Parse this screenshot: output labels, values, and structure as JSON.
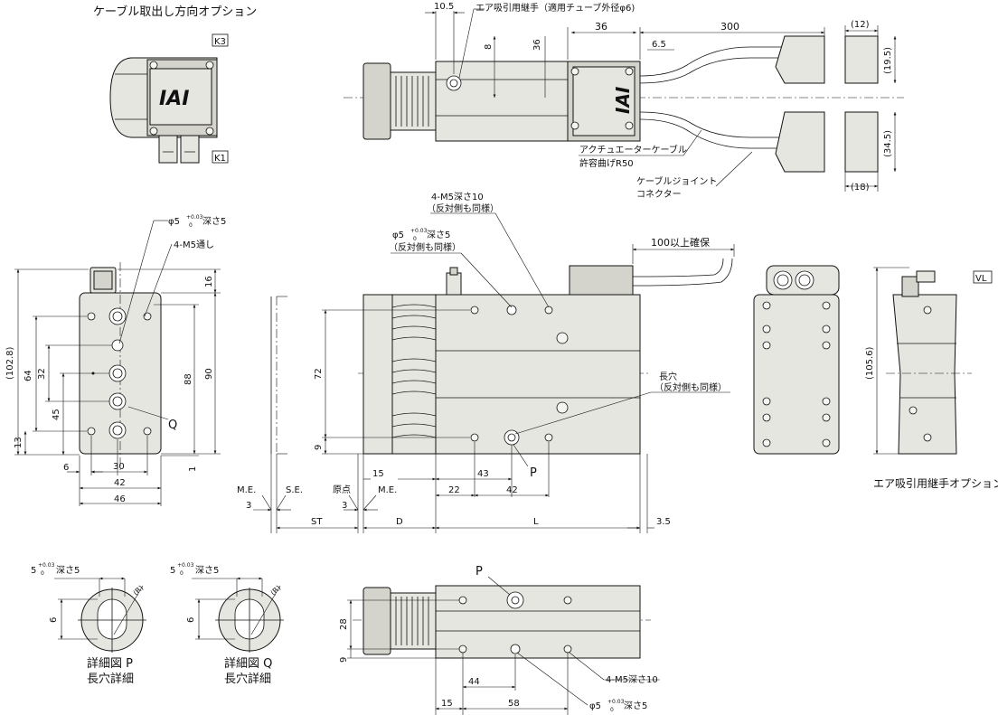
{
  "title_cable": "ケーブル取出し方向オプション",
  "title_air": "エア吸引用継手オプション",
  "logo": "IAI",
  "views": {
    "k3": "K3",
    "k1": "K1",
    "vl": "VL"
  },
  "notes": {
    "air_fitting": "エア吸引用継手（適用チューブ外径φ6)",
    "actuator_cable_1": "アクチュエーターケーブル",
    "actuator_cable_2": "許容曲げR50",
    "joint_1": "ケーブルジョイント",
    "joint_2": "コネクター",
    "m5_depth10_1": "4-M5深さ10",
    "m5_depth10_2": "（反対側も同様）",
    "pin_hole_1": "φ5",
    "pin_hole_tol": "+0.03",
    "pin_hole_tol0": "0",
    "pin_hole_depth": "深さ5",
    "pin_hole_2": "（反対側も同様）",
    "m5_through": "4-M5通し",
    "clearance": "100以上確保",
    "slot_1": "長穴",
    "slot_2": "（反対側も同様）",
    "detail_p_1": "詳細図 P",
    "detail_p_2": "長穴詳細",
    "detail_q_1": "詳細図 Q",
    "detail_q_2": "長穴詳細",
    "m5_depth10_bottom": "4-M5深さ10",
    "label_p": "P",
    "label_q": "Q",
    "label_r": "(R)",
    "me": "M.E.",
    "se": "S.E.",
    "origin": "原点",
    "st": "ST",
    "d": "D",
    "l": "L",
    "detail_5": "5"
  },
  "dims": {
    "top": {
      "d10_5": "10.5",
      "d36a": "36",
      "d36b": "36",
      "d300": "300",
      "d6_5": "6.5",
      "d8": "8",
      "d12": "(12)",
      "d19_5": "(19.5)",
      "d34_5": "(34.5)",
      "d18": "(18)"
    },
    "end": {
      "d16": "16",
      "d102_8": "(102.8)",
      "d64": "64",
      "d32": "32",
      "d45": "45",
      "d13": "13",
      "d88": "88",
      "d90": "90",
      "d1": "1",
      "d6": "6",
      "d30": "30",
      "d42": "42",
      "d46": "46"
    },
    "side": {
      "d72": "72",
      "d9": "9",
      "d15": "15",
      "d43": "43",
      "d22": "22",
      "d42": "42",
      "d3a": "3",
      "d3b": "3",
      "d3_5": "3.5"
    },
    "right": {
      "d105_6": "(105.6)"
    },
    "detail": {
      "d6a": "6",
      "d6b": "6"
    },
    "bottom": {
      "d28": "28",
      "d9": "9",
      "d44": "44",
      "d15": "15",
      "d58": "58"
    }
  }
}
